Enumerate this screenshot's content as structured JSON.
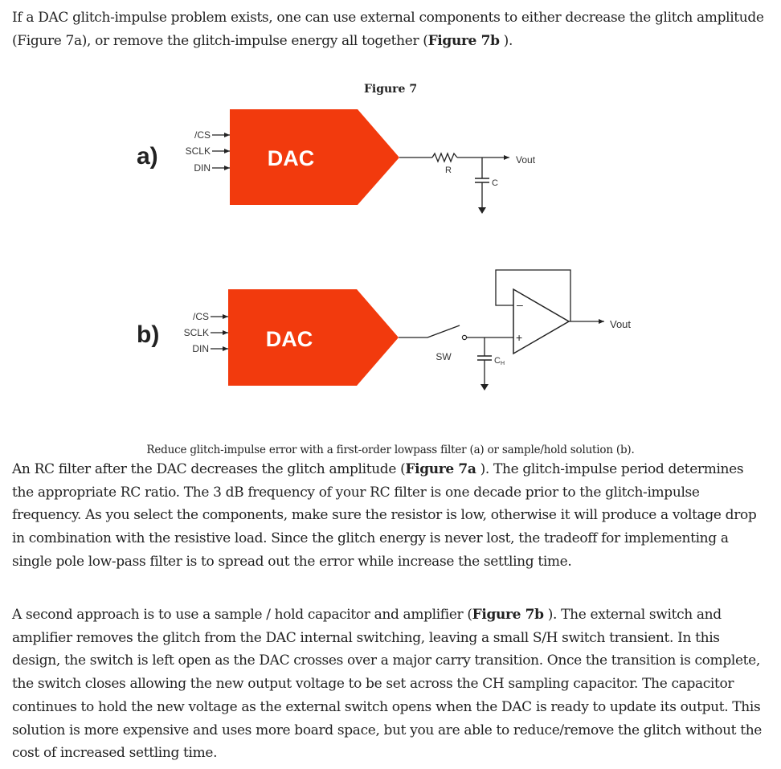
{
  "intro": {
    "t1": "If a DAC glitch-impulse problem exists, one can use external components to either decrease the glitch amplitude (Figure 7a), or remove the glitch-impulse energy all together (",
    "b1": "Figure 7b",
    "t2": " )."
  },
  "figure": {
    "title": "Figure 7",
    "caption": "Reduce glitch-impulse error with a first-order lowpass filter (a) or sample/hold solution (b).",
    "accent_color": "#f23a0d",
    "a": {
      "label": "a)",
      "block": "DAC",
      "pins": [
        "/CS",
        "SCLK",
        "DIN"
      ],
      "resistor": "R",
      "capacitor": "C",
      "output": "Vout"
    },
    "b": {
      "label": "b)",
      "block": "DAC",
      "pins": [
        "/CS",
        "SCLK",
        "DIN"
      ],
      "switch": "SW",
      "capacitor": "C",
      "capacitor_sub": "H",
      "opamp_minus": "–",
      "opamp_plus": "+",
      "output": "Vout"
    }
  },
  "p1": {
    "t1": "An RC filter after the DAC decreases the glitch amplitude (",
    "b1": "Figure 7a",
    "t2": " ). The glitch-impulse period determines the appropriate RC ratio. The 3 dB frequency of your RC filter is one decade prior to the glitch-impulse frequency. As you select the components, make sure the resistor is low, otherwise it will produce a voltage drop in combination with the resistive load. Since the glitch energy is never lost, the tradeoff for implementing a single pole low-pass filter is to spread out the error while increase the settling time."
  },
  "p2": {
    "t1": "A second approach is to use a sample / hold capacitor and amplifier (",
    "b1": "Figure 7b",
    "t2": " ). The external switch and amplifier removes the glitch from the DAC internal switching, leaving a small S/H switch transient. In this design, the switch is left open as the DAC crosses over a major carry transition. Once the transition is complete, the switch closes allowing the new output voltage to be set across the CH sampling capacitor. The capacitor continues to hold the new voltage as the external switch opens when the DAC is ready to update its output. This solution is more expensive and uses more board space, but you are able to reduce/remove the glitch without the cost of increased settling time."
  }
}
